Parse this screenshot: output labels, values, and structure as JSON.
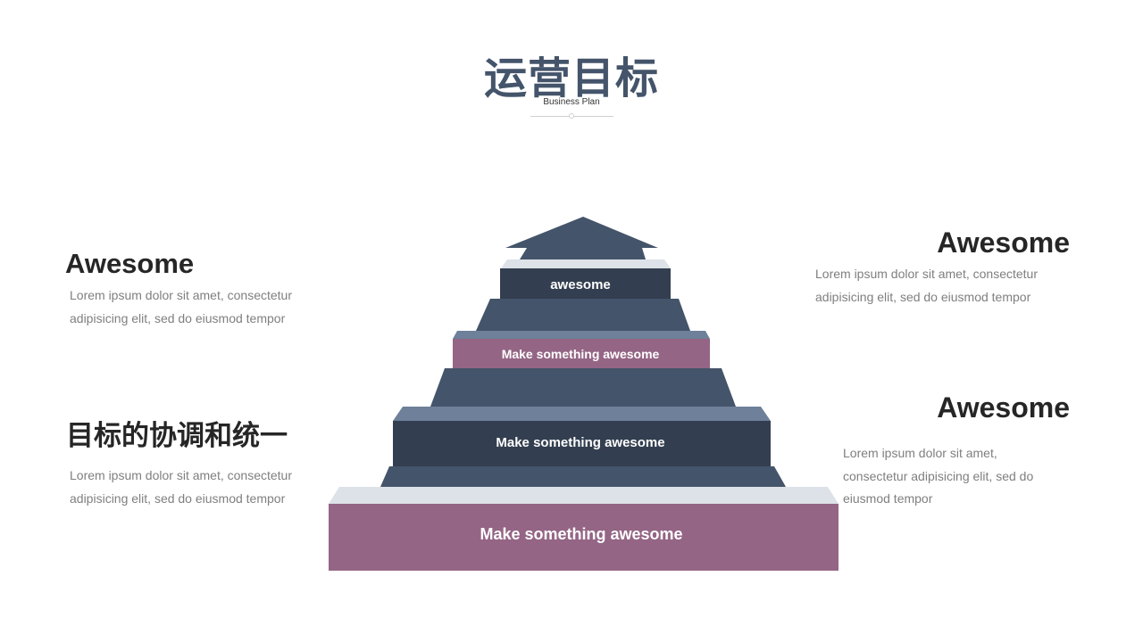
{
  "header": {
    "title": "运营目标",
    "subtitle": "Business Plan"
  },
  "left": {
    "top": {
      "heading": "Awesome",
      "body_line1": "Lorem ipsum dolor sit amet, consectetur",
      "body_line2": "adipisicing elit, sed do eiusmod tempor"
    },
    "bottom": {
      "heading": "目标的协调和统一",
      "body_line1": "Lorem ipsum dolor sit amet, consectetur",
      "body_line2": "adipisicing elit, sed do eiusmod tempor"
    }
  },
  "right": {
    "top": {
      "heading": "Awesome",
      "body_line1": "Lorem ipsum dolor sit amet, consectetur",
      "body_line2": "adipisicing elit, sed do eiusmod tempor"
    },
    "bottom": {
      "heading": "Awesome",
      "body_line1": "Lorem ipsum dolor sit amet,",
      "body_line2": "consectetur adipisicing elit, sed do",
      "body_line3": "eiusmod tempor"
    }
  },
  "pyramid": {
    "steps": [
      {
        "label": "awesome"
      },
      {
        "label": "Make something awesome"
      },
      {
        "label": "Make something awesome"
      },
      {
        "label": "Make something awesome"
      }
    ]
  },
  "colors": {
    "title": "#44546a",
    "dark_slate": "#333f50",
    "slate": "#44546a",
    "light_slate": "#6e809a",
    "pale": "#dde2e8",
    "mauve": "#946585"
  }
}
